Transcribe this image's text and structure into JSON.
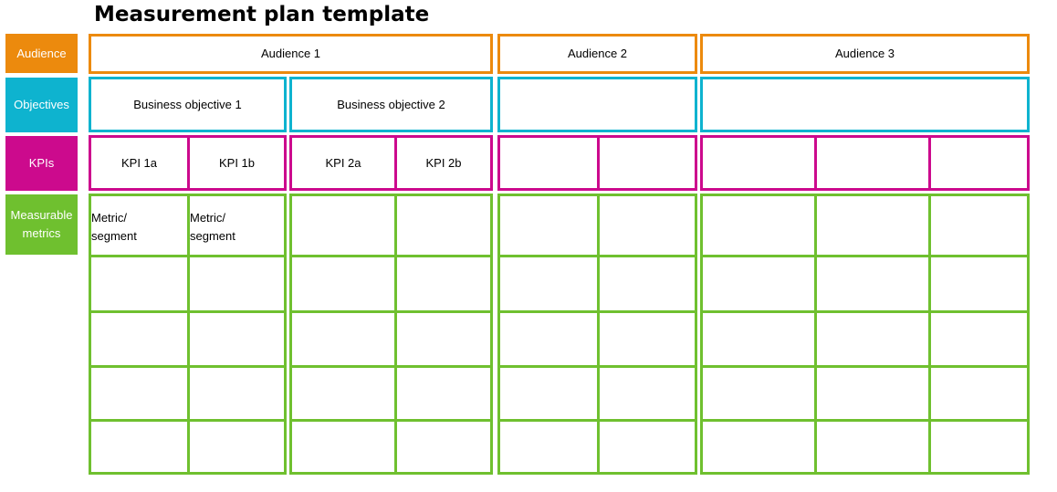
{
  "title": "Measurement plan template",
  "colors": {
    "audience": "#ec8a0d",
    "objectives": "#0eb3cf",
    "kpis": "#cc0a8d",
    "metrics": "#6fc02f"
  },
  "labels": {
    "audience": "Audience",
    "objectives": "Objectives",
    "kpis": "KPIs",
    "metrics_line1": "Measurable",
    "metrics_line2": "metrics"
  },
  "audiences": [
    "Audience 1",
    "Audience 2",
    "Audience 3"
  ],
  "objectives": [
    "Business objective 1",
    "Business objective 2",
    "",
    ""
  ],
  "kpis": [
    "KPI 1a",
    "KPI 1b",
    "KPI 2a",
    "KPI 2b",
    "",
    "",
    "",
    "",
    ""
  ],
  "metrics_row1": [
    {
      "line1": "Metric/",
      "line2": "segment"
    },
    {
      "line1": "Metric/",
      "line2": "segment"
    }
  ]
}
